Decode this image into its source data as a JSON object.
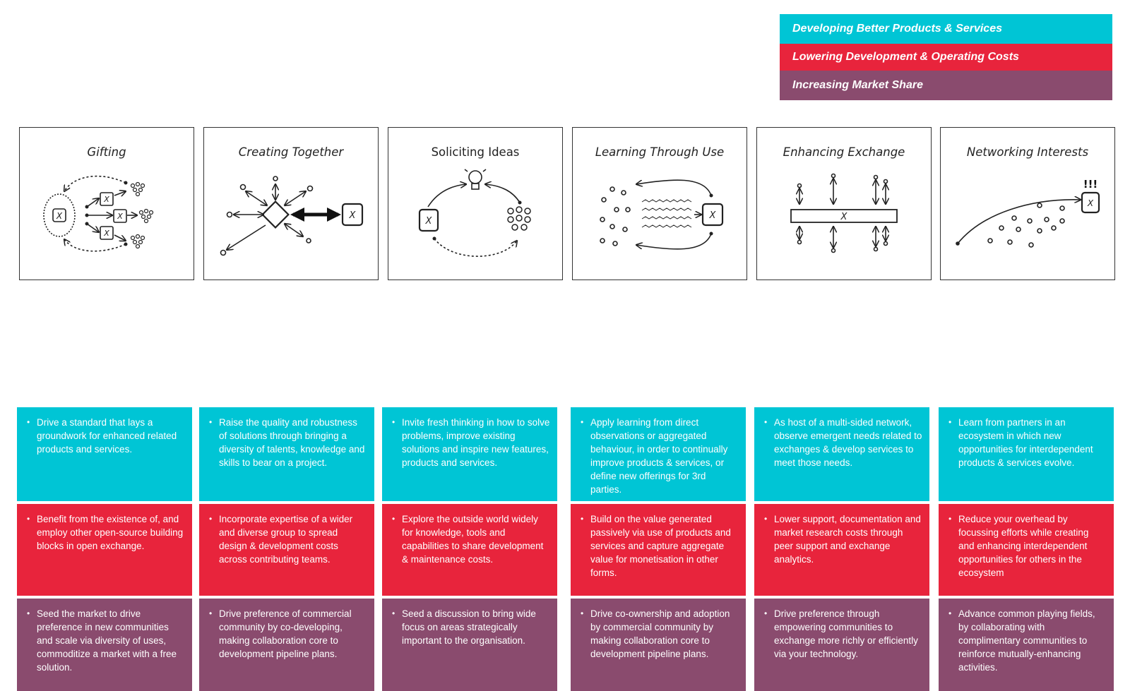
{
  "legend": [
    {
      "label": "Developing Better Products & Services",
      "color": "#00c5d5"
    },
    {
      "label": "Lowering Development & Operating Costs",
      "color": "#e8243c"
    },
    {
      "label": "Increasing Market Share",
      "color": "#8a4b6e"
    }
  ],
  "columns": [
    {
      "title": "Gifting",
      "italic": true,
      "better": "Drive a standard that lays a groundwork for enhanced related products and services.",
      "costs": "Benefit from the existence of, and employ other open-source building blocks in open exchange.",
      "share": "Seed the market to drive preference in new communities and scale via diversity of uses, commoditize a market with a free solution."
    },
    {
      "title": "Creating Together",
      "italic": true,
      "better": "Raise the quality and robustness of solutions through bringing a diversity of talents, knowledge and skills to bear on a project.",
      "costs": "Incorporate expertise of a wider and diverse group to spread design & development costs across contributing teams.",
      "share": "Drive preference of commercial community by co-developing, making collaboration core to development pipeline plans."
    },
    {
      "title": "Soliciting Ideas",
      "italic": false,
      "better": "Invite fresh thinking in how to solve problems, improve existing solutions and inspire new features, products and services.",
      "costs": "Explore the outside world widely for knowledge, tools and capabilities to share development & maintenance costs.",
      "share": "Seed a discussion to bring wide focus on areas strategically important to the organisation."
    },
    {
      "title": "Learning Through Use",
      "italic": true,
      "better": "Apply learning from direct observations or aggregated behaviour, in order to continually improve products & services, or define new offerings for 3rd parties.",
      "costs": "Build on the value generated passively via use of products and services and capture aggregate value for monetisation in other forms.",
      "share": "Drive co-ownership and adoption by commercial community by making collaboration core to development pipeline plans."
    },
    {
      "title": "Enhancing Exchange",
      "italic": true,
      "better": "As host of a multi-sided network, observe emergent needs related to exchanges & develop services to meet those needs.",
      "costs": "Lower support, documentation and market research costs through peer support and exchange analytics.",
      "share": "Drive preference through empowering communities to exchange more richly or efficiently via your technology."
    },
    {
      "title": "Networking Interests",
      "italic": true,
      "better": "Learn from partners in an ecosystem in which new opportunities for interdependent products & services evolve.",
      "costs": "Reduce your overhead by focussing efforts while creating and enhancing interdependent opportunities for others in the ecosystem",
      "share": "Advance common playing fields, by collaborating with complimentary communities to reinforce mutually-enhancing activities."
    }
  ],
  "icon_text": {
    "x": "X",
    "alert": "!!!"
  }
}
